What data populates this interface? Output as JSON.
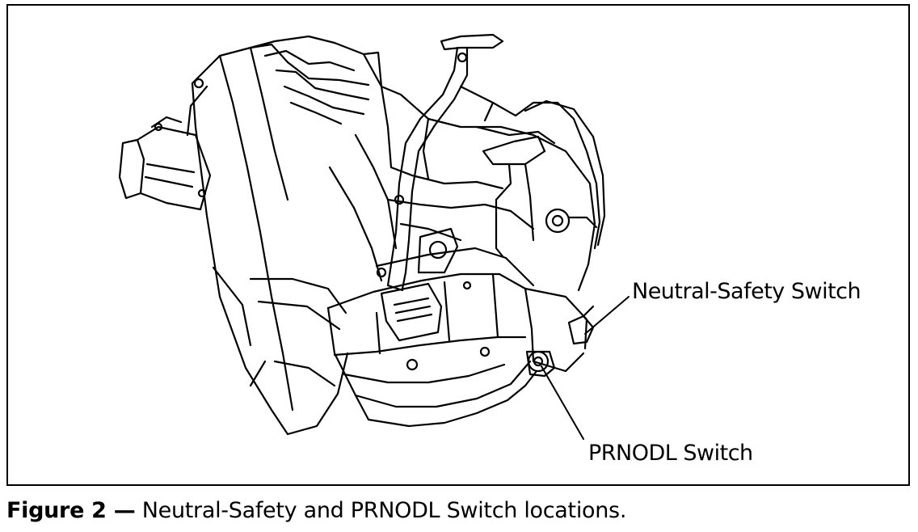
{
  "figure": {
    "callouts": {
      "neutral_safety_switch": "Neutral-Safety Switch",
      "prnodl_switch": "PRNODL Switch"
    },
    "caption": {
      "figure_label": "Figure 2 —",
      "text": " Neutral-Safety and PRNODL Switch locations."
    }
  }
}
